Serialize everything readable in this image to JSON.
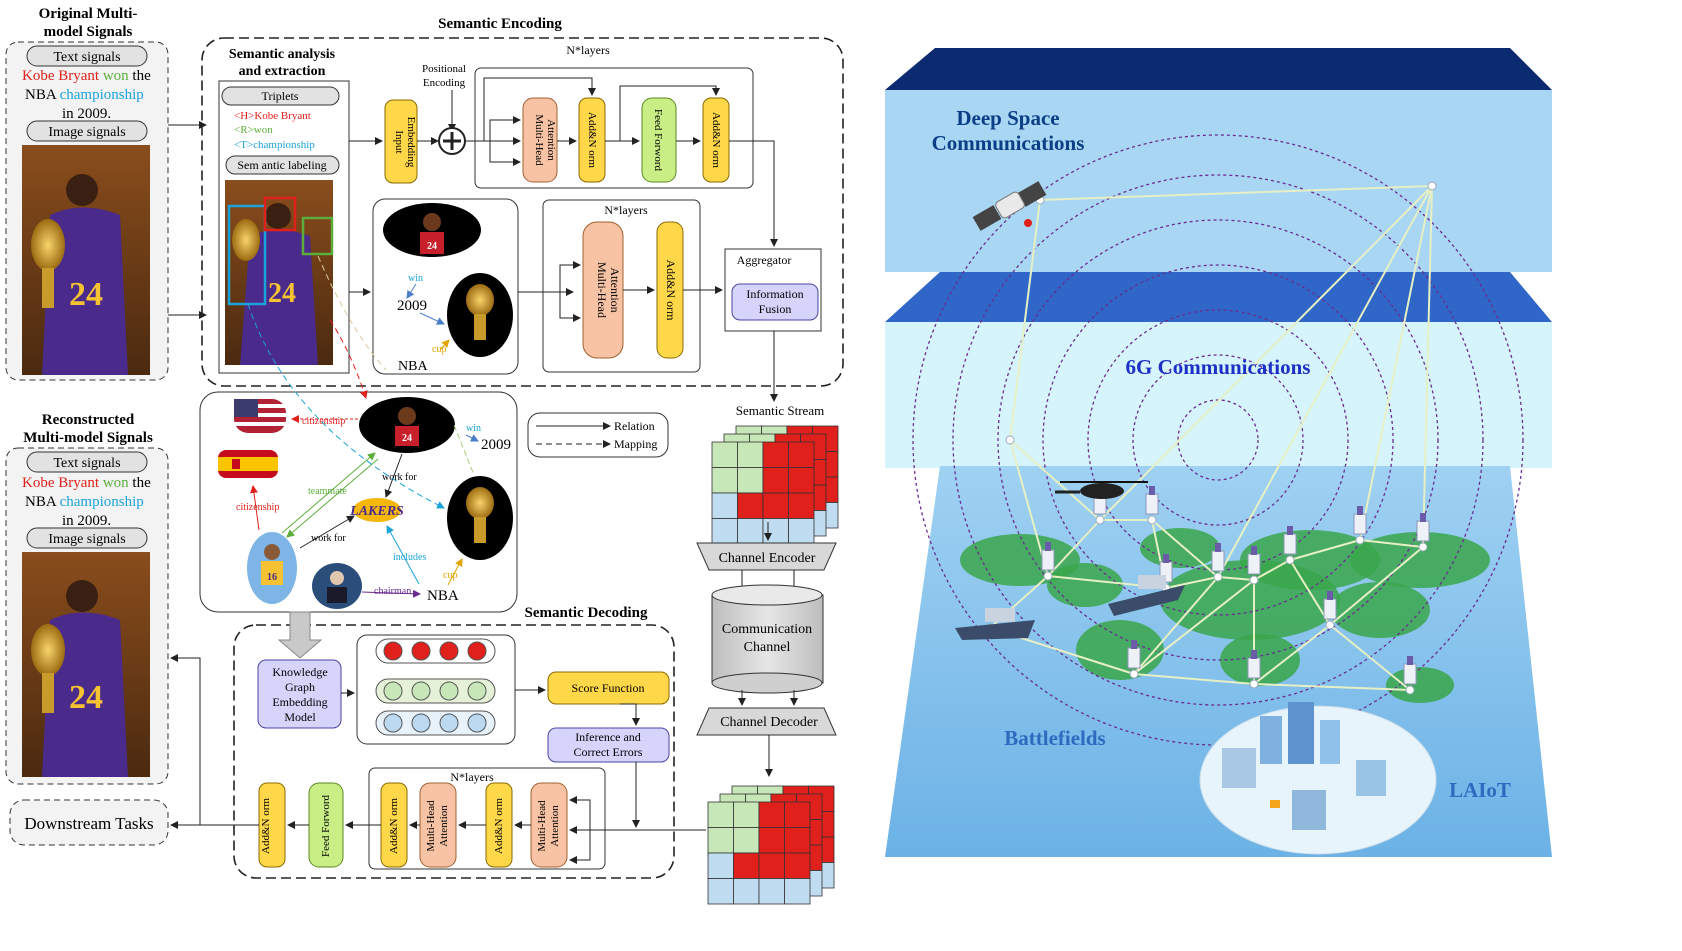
{
  "left": {
    "orig_title": [
      "Original Multi-",
      "model Signals"
    ],
    "text_signals_label": "Text signals",
    "sentence": {
      "kobe": "Kobe Bryant",
      "won": "won",
      "the": "the",
      "nba": "NBA",
      "champ": "championship",
      "year": "in 2009."
    },
    "image_signals_label": "Image signals",
    "recon_title": [
      "Reconstructed",
      "Multi-model Signals"
    ],
    "downstream": "Downstream Tasks"
  },
  "encoding": {
    "title": "Semantic Encoding",
    "analysis_title": [
      "Semantic analysis",
      "and extraction"
    ],
    "triplets_label": "Triplets",
    "triplet_h": "<H>Kobe Bryant",
    "triplet_r": "<R>won",
    "triplet_t": "<T>championship",
    "semantic_labeling": "Sem antic labeling",
    "positional": [
      "Positional",
      "Encoding"
    ],
    "input_embedding": [
      "Input",
      "Embedding"
    ],
    "nlayers": "N*layers",
    "mha": [
      "Multi-Head",
      "Attention"
    ],
    "addnorm": "Add&N orm",
    "addnorm2": "Add&N orm",
    "feedforward": "Feed Forword",
    "mha2": [
      "Multi-Head",
      "Attention"
    ],
    "addnorm3": "Add&N orm",
    "win": "win",
    "year": "2009",
    "cup": "cup",
    "nba": "NBA",
    "aggregator": "Aggregator",
    "info_fusion": [
      "Information",
      "Fusion"
    ]
  },
  "kg": {
    "citizenship1": "citizenship",
    "citizenship2": "citizenship",
    "win": "win",
    "year": "2009",
    "work_for1": "work for",
    "work_for2": "work for",
    "teammate": "teammate",
    "includes": "includes",
    "cup": "cup",
    "chairman": "chairman",
    "nba": "NBA"
  },
  "legend": {
    "relation": "Relation",
    "mapping": "Mapping"
  },
  "channel": {
    "semantic_stream": "Semantic Stream",
    "encoder": "Channel Encoder",
    "channel": [
      "Communication",
      "Channel"
    ],
    "decoder": "Channel Decoder"
  },
  "decoding": {
    "title": "Semantic Decoding",
    "kge": [
      "Knowledge",
      "Graph",
      "Embedding",
      "Model"
    ],
    "score": "Score Function",
    "infer": [
      "Inference and",
      "Correct Errors"
    ],
    "nlayers": "N*layers",
    "addnorm_out": "Add&N orm",
    "feedforward": "Feed Forword",
    "addnorm_a": "Add&N orm",
    "mha_a": [
      "Multi-Head",
      "Attention"
    ],
    "addnorm_b": "Add&N orm",
    "mha_b": [
      "Multi-Head",
      "Attention"
    ]
  },
  "right": {
    "deep_space": [
      "Deep Space",
      "Communications"
    ],
    "sixg": "6G Communications",
    "battlefields": "Battlefields",
    "laiot": "LAIoT"
  },
  "colors": {
    "red": "#e0201b",
    "green": "#5cae3c",
    "cyan": "#1aa3d8",
    "yellow": "#ffd84a",
    "salmon": "#f7c3a4",
    "lime": "#c9ee86",
    "lavender": "#d6d4fb",
    "navy": "#0b2a6f",
    "band": "#2f66c8",
    "sky": "#a9d6f3"
  }
}
